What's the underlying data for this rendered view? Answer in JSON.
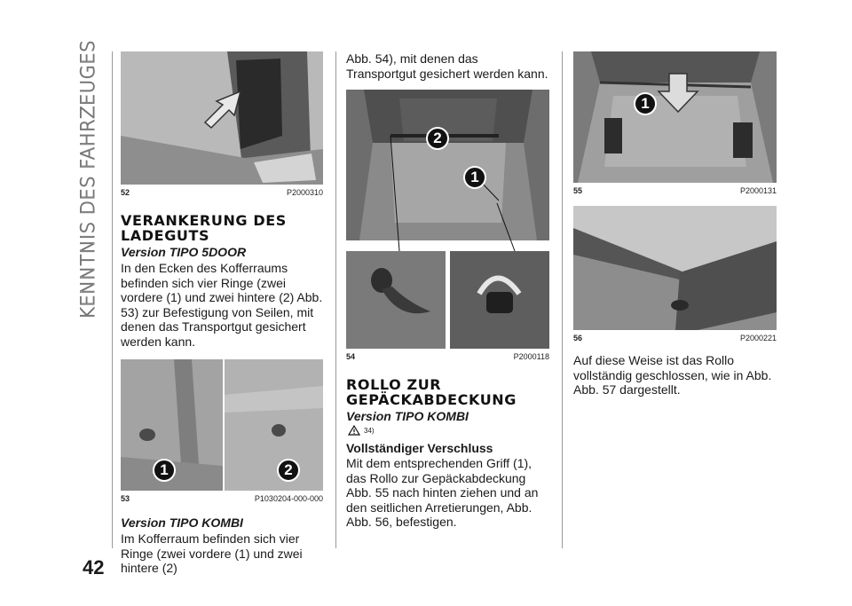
{
  "side_tab": "KENNTNIS DES FAHRZEUGES",
  "page_number": "42",
  "col1": {
    "fig52": {
      "num": "52",
      "code": "P2000310"
    },
    "heading": "VERANKERUNG DES LADEGUTS",
    "sub1": "Version TIPO 5DOOR",
    "para1": "In den Ecken des Kofferraums befinden sich vier Ringe (zwei vordere (1) und zwei hintere (2) Abb. 53) zur Befestigung von Seilen, mit denen das Transportgut gesichert werden kann.",
    "fig53": {
      "num": "53",
      "code": "P1030204-000-000",
      "label1": "1",
      "label2": "2"
    },
    "sub2": "Version TIPO KOMBI",
    "para2": "Im Kofferraum befinden sich vier Ringe (zwei vordere (1) und zwei hintere (2)"
  },
  "col2": {
    "para1": "Abb. 54), mit denen das Transportgut gesichert werden kann.",
    "fig54": {
      "num": "54",
      "code": "P2000118",
      "label1": "1",
      "label2": "2"
    },
    "heading": "ROLLO ZUR GEPÄCKABDECKUNG",
    "sub1": "Version TIPO KOMBI",
    "warning_ref": "34)",
    "sub2": "Vollständiger Verschluss",
    "para2": "Mit dem entsprechenden Griff (1), das Rollo zur Gepäckabdeckung Abb. 55 nach hinten ziehen und an den seitlichen Arretierungen, Abb. Abb. 56, befestigen."
  },
  "col3": {
    "fig55": {
      "num": "55",
      "code": "P2000131",
      "label1": "1"
    },
    "fig56": {
      "num": "56",
      "code": "P2000221"
    },
    "para1": "Auf diese Weise ist das Rollo vollständig geschlossen, wie in Abb. Abb. 57 dargestellt."
  }
}
